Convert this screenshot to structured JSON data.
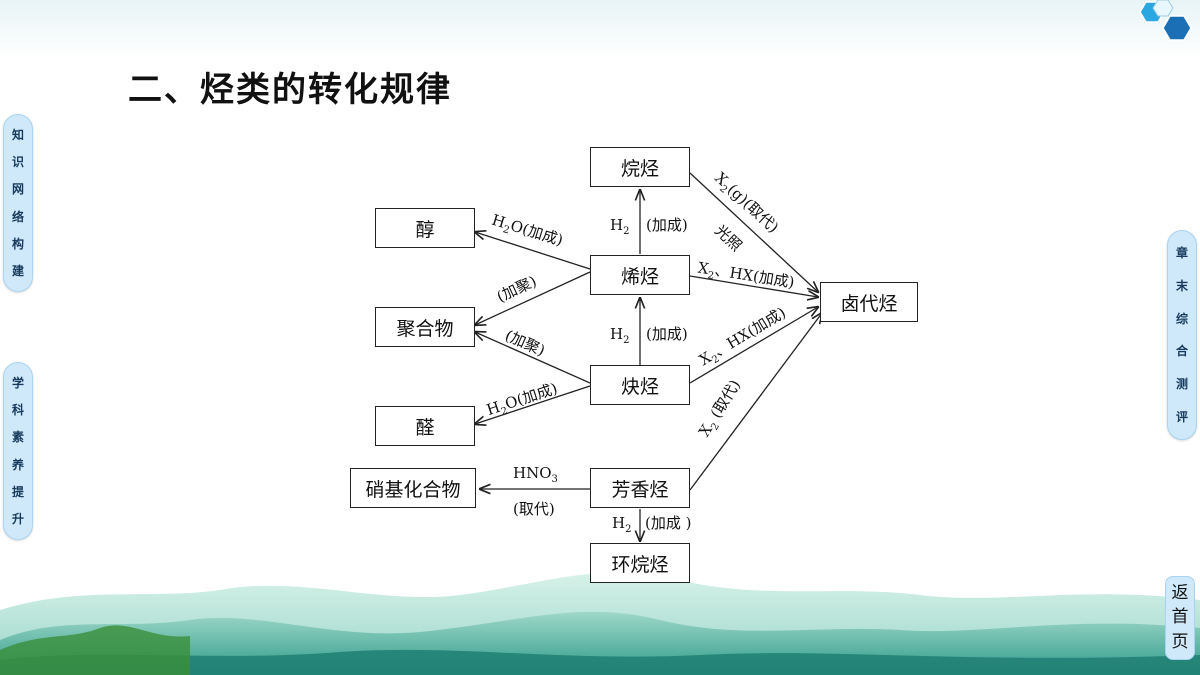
{
  "title": "二、烃类的转化规律",
  "left_tabs": [
    {
      "label": "知识网络构建",
      "chars": [
        "知",
        "识",
        "网",
        "络",
        "构",
        "建"
      ]
    },
    {
      "label": "学科素养提升",
      "chars": [
        "学",
        "科",
        "素",
        "养",
        "提",
        "升"
      ]
    }
  ],
  "right_tab": {
    "label": "章末综合测评",
    "chars": [
      "章",
      "末",
      "综",
      "合",
      "测",
      "评"
    ]
  },
  "back_button": {
    "label": "返首页",
    "chars": [
      "返",
      "首",
      "页"
    ]
  },
  "nodes": {
    "alkane": "烷烃",
    "alkene": "烯烃",
    "alkyne": "炔烃",
    "aromatic": "芳香烃",
    "cycloalkane": "环烷烃",
    "alcohol": "醇",
    "polymer": "聚合物",
    "aldehyde": "醛",
    "nitro": "硝基化合物",
    "halide": "卤代烃"
  },
  "labels": {
    "h2_1": "H",
    "h2_1_sub": "2",
    "add_1": "(加成)",
    "h2_2": "H",
    "h2_2_sub": "2",
    "add_2": "(加成)",
    "h2_3": "H",
    "h2_3_sub": "2",
    "add_3": "(加成 )",
    "h2o_1": "H",
    "h2o_1_sub": "2",
    "h2o_1_rest": "O(加成)",
    "h2o_2": "H",
    "h2o_2_sub": "2",
    "h2o_2_rest": "O(加成)",
    "poly_1": "(加聚)",
    "poly_2": "(加聚)",
    "hno3": "HNO",
    "hno3_sub": "3",
    "sub_1": "(取代)",
    "x2g": "X",
    "x2g_sub": "2",
    "x2g_rest": "(g)(取代)",
    "light": "光照",
    "x2hx_1": "X",
    "x2hx_1_sub": "2",
    "x2hx_1_rest": "、HX(加成)",
    "x2hx_2": "X",
    "x2hx_2_sub": "2",
    "x2hx_2_rest": "、HX(加成)",
    "x2sub": "X",
    "x2sub_sub": "2",
    "x2sub_rest": " (取代)"
  }
}
